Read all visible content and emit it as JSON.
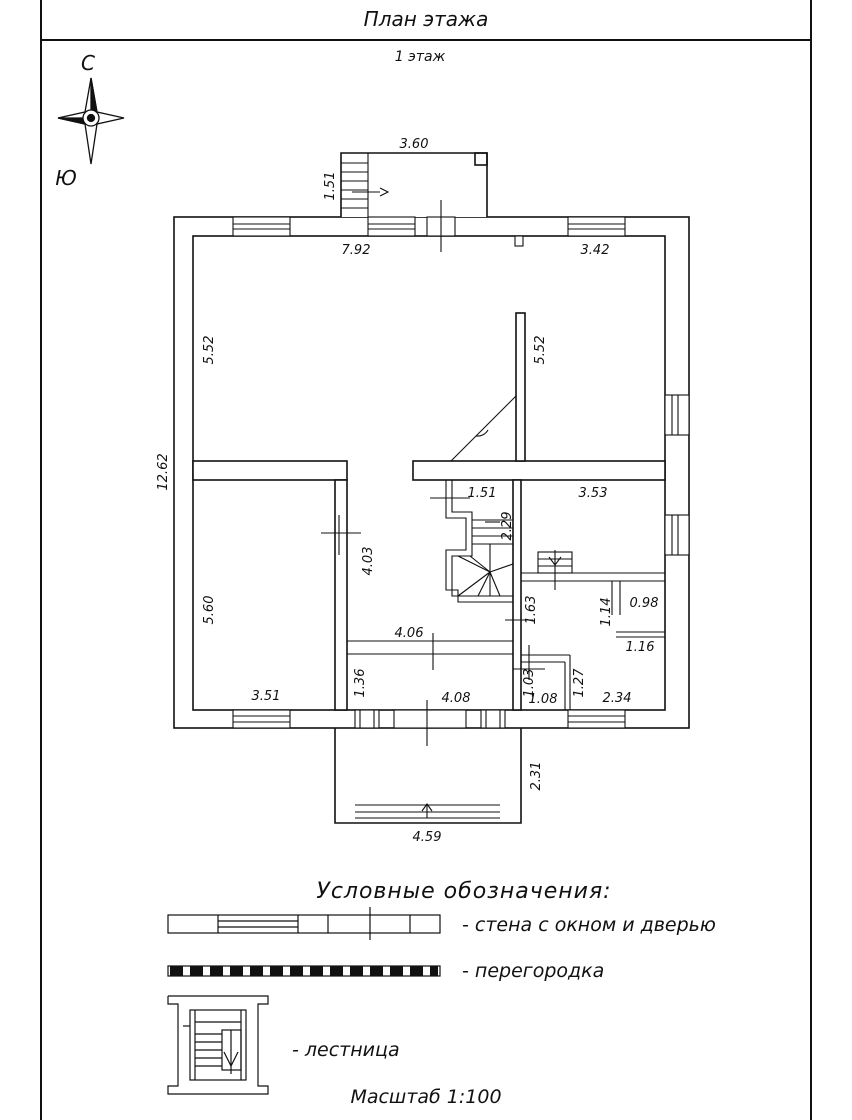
{
  "header": {
    "title": "План этажа",
    "floor": "1 этаж"
  },
  "compass": {
    "north": "С",
    "south": "Ю",
    "north_icon": "compass-rose-icon"
  },
  "dimensions": {
    "porch_top_width": "3.60",
    "porch_top_depth": "1.51",
    "top_left_width": "7.92",
    "top_right_width": "3.42",
    "big_room_height": "5.52",
    "partition_height": "5.52",
    "overall_height": "12.62",
    "lower_left_height": "5.60",
    "lower_left_width": "3.51",
    "hall_height": "4.03",
    "stair_width": "1.51",
    "small_room_height": "2.29",
    "small_room_width": "3.53",
    "corridor_height": "1.63",
    "closet_height": "1.14",
    "closet_width": "0.98",
    "closet_bottom_width": "1.16",
    "hall_bottom_width": "4.06",
    "vestibule_height": "1.36",
    "vestibule_width": "4.08",
    "wc_height_left": "1.03",
    "wc_width": "1.08",
    "bath_height": "1.27",
    "bath_width": "2.34",
    "terrace_depth": "2.31",
    "terrace_width": "4.59"
  },
  "legend": {
    "title": "Условные обозначения:",
    "wall": "- стена с окном и дверью",
    "partition": "- перегородка",
    "stairs": "- лестница"
  },
  "scale": "Масштаб 1:100"
}
